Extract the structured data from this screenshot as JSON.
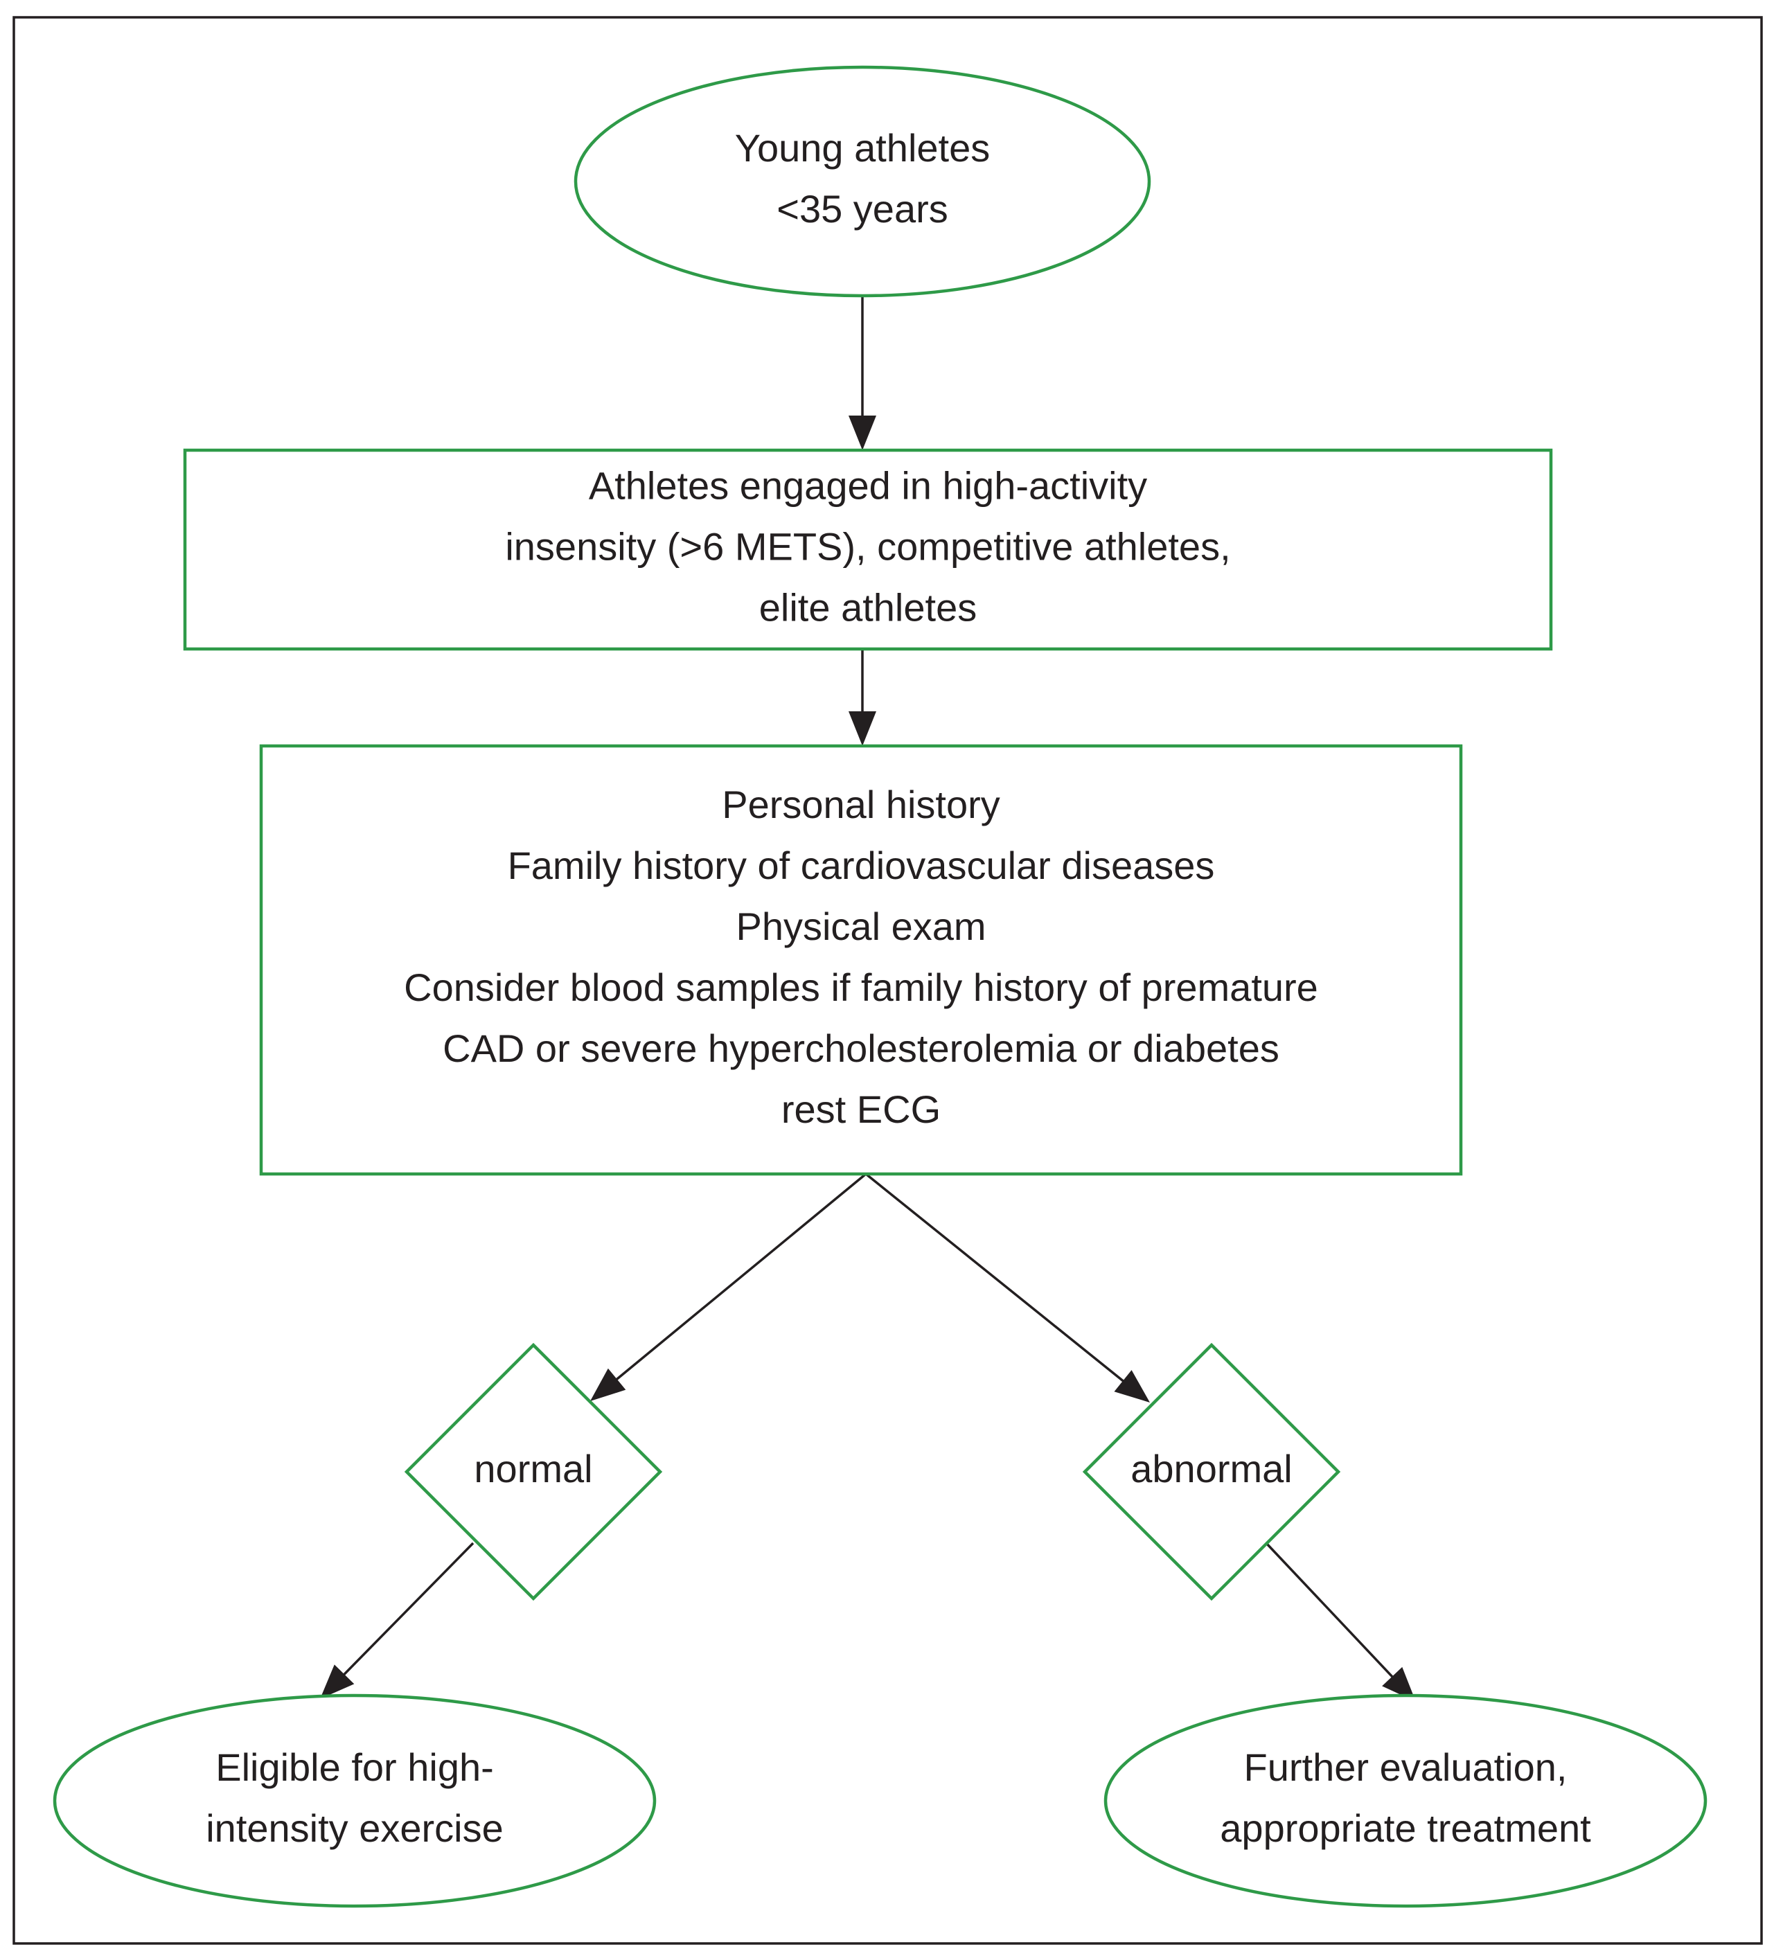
{
  "colors": {
    "node_stroke": "#2e9a48",
    "edge": "#231f20",
    "text": "#231f20",
    "frame": "#231f20"
  },
  "nodes": {
    "start": {
      "shape": "ellipse",
      "lines": [
        "Young athletes",
        "<35 years"
      ]
    },
    "population": {
      "shape": "rect",
      "lines": [
        "Athletes engaged in high-activity",
        "insensity (>6 METS), competitive athletes,",
        "elite athletes"
      ]
    },
    "screening": {
      "shape": "rect",
      "lines": [
        "Personal history",
        "Family history of cardiovascular diseases",
        "Physical exam",
        "Consider blood samples if family history of premature",
        "CAD or severe hypercholesterolemia or diabetes",
        "rest ECG"
      ]
    },
    "normal": {
      "shape": "diamond",
      "lines": [
        "normal"
      ]
    },
    "abnormal": {
      "shape": "diamond",
      "lines": [
        "abnormal"
      ]
    },
    "eligible": {
      "shape": "ellipse",
      "lines": [
        "Eligible for high-",
        "intensity exercise"
      ]
    },
    "further": {
      "shape": "ellipse",
      "lines": [
        "Further evaluation,",
        "appropriate treatment"
      ]
    }
  },
  "edges": [
    {
      "from": "start",
      "to": "population"
    },
    {
      "from": "population",
      "to": "screening"
    },
    {
      "from": "screening",
      "to": "normal"
    },
    {
      "from": "screening",
      "to": "abnormal"
    },
    {
      "from": "normal",
      "to": "eligible"
    },
    {
      "from": "abnormal",
      "to": "further"
    }
  ]
}
